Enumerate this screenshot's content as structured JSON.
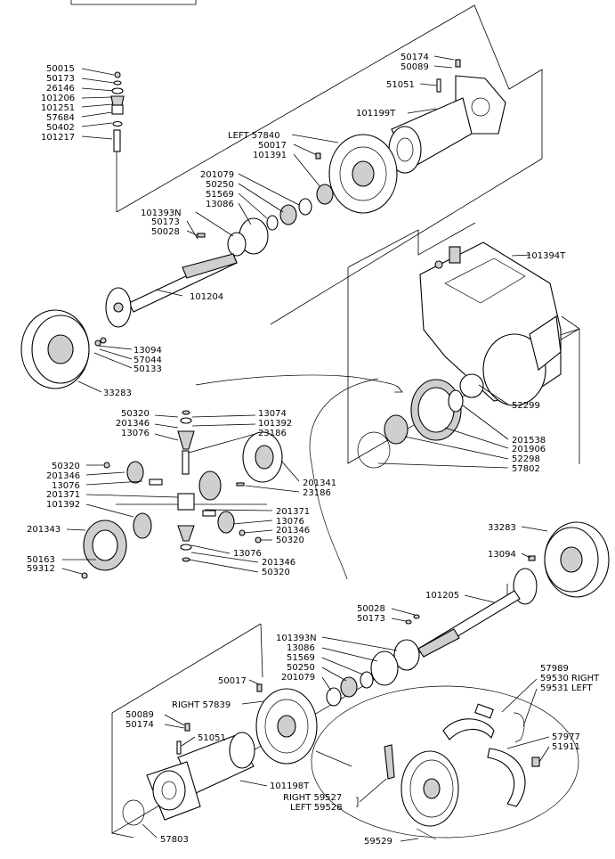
{
  "labels": [
    {
      "id": "l1",
      "text": "50015"
    },
    {
      "id": "l2",
      "text": "50173"
    },
    {
      "id": "l3",
      "text": "26146"
    },
    {
      "id": "l4",
      "text": "101206"
    },
    {
      "id": "l5",
      "text": "101251"
    },
    {
      "id": "l6",
      "text": "57684"
    },
    {
      "id": "l7",
      "text": "50402"
    },
    {
      "id": "l8",
      "text": "101217"
    },
    {
      "id": "l9",
      "text": "50174"
    },
    {
      "id": "l10",
      "text": "50089"
    },
    {
      "id": "l11",
      "text": "51051"
    },
    {
      "id": "l12",
      "text": "101199T"
    },
    {
      "id": "l13",
      "text": "LEFT  57840"
    },
    {
      "id": "l14",
      "text": "50017"
    },
    {
      "id": "l15",
      "text": "101391"
    },
    {
      "id": "l16",
      "text": "201079"
    },
    {
      "id": "l17",
      "text": "50250"
    },
    {
      "id": "l18",
      "text": "51569"
    },
    {
      "id": "l19",
      "text": "13086"
    },
    {
      "id": "l20",
      "text": "101393N"
    },
    {
      "id": "l21",
      "text": "50173"
    },
    {
      "id": "l22",
      "text": "50028"
    },
    {
      "id": "l23",
      "text": "101204"
    },
    {
      "id": "l24",
      "text": "13094"
    },
    {
      "id": "l25",
      "text": "57044"
    },
    {
      "id": "l26",
      "text": "50133"
    },
    {
      "id": "l27",
      "text": "33283"
    },
    {
      "id": "l28",
      "text": "101394T"
    },
    {
      "id": "l29",
      "text": "52299"
    },
    {
      "id": "l30",
      "text": "201538"
    },
    {
      "id": "l31",
      "text": "201906"
    },
    {
      "id": "l32",
      "text": "52298"
    },
    {
      "id": "l33",
      "text": "57802"
    },
    {
      "id": "l34",
      "text": "50320"
    },
    {
      "id": "l35",
      "text": "201346"
    },
    {
      "id": "l36",
      "text": "13076"
    },
    {
      "id": "l37",
      "text": "13074"
    },
    {
      "id": "l38",
      "text": "101392"
    },
    {
      "id": "l39",
      "text": "23186"
    },
    {
      "id": "l40",
      "text": "50320"
    },
    {
      "id": "l41",
      "text": "201346"
    },
    {
      "id": "l42",
      "text": "13076"
    },
    {
      "id": "l43",
      "text": "201371"
    },
    {
      "id": "l44",
      "text": "101392"
    },
    {
      "id": "l45",
      "text": "201341"
    },
    {
      "id": "l46",
      "text": "23186"
    },
    {
      "id": "l47",
      "text": "201343"
    },
    {
      "id": "l48",
      "text": "201371"
    },
    {
      "id": "l49",
      "text": "13076"
    },
    {
      "id": "l50",
      "text": "201346"
    },
    {
      "id": "l51",
      "text": "50320"
    },
    {
      "id": "l52",
      "text": "50163"
    },
    {
      "id": "l53",
      "text": "59312"
    },
    {
      "id": "l54",
      "text": "13076"
    },
    {
      "id": "l55",
      "text": "201346"
    },
    {
      "id": "l56",
      "text": "50320"
    },
    {
      "id": "l57",
      "text": "33283"
    },
    {
      "id": "l58",
      "text": "13094"
    },
    {
      "id": "l59",
      "text": "101205"
    },
    {
      "id": "l60",
      "text": "50028"
    },
    {
      "id": "l61",
      "text": "50173"
    },
    {
      "id": "l62",
      "text": "101393N"
    },
    {
      "id": "l63",
      "text": "13086"
    },
    {
      "id": "l64",
      "text": "51569"
    },
    {
      "id": "l65",
      "text": "50250"
    },
    {
      "id": "l66",
      "text": "201079"
    },
    {
      "id": "l67",
      "text": "50017"
    },
    {
      "id": "l68",
      "text": "RIGHT  57839"
    },
    {
      "id": "l69",
      "text": "50089"
    },
    {
      "id": "l70",
      "text": "50174"
    },
    {
      "id": "l71",
      "text": "51051"
    },
    {
      "id": "l72",
      "text": "101198T"
    },
    {
      "id": "l73",
      "text": "57803"
    },
    {
      "id": "l74",
      "text": "57989"
    },
    {
      "id": "l75",
      "text": "59530  RIGHT"
    },
    {
      "id": "l76",
      "text": "59531  LEFT"
    },
    {
      "id": "l77",
      "text": "57977"
    },
    {
      "id": "l78",
      "text": "51911"
    },
    {
      "id": "l79",
      "text": "RIGHT  59527"
    },
    {
      "id": "l80",
      "text": "LEFT  59528"
    },
    {
      "id": "l81",
      "text": "59529"
    }
  ]
}
